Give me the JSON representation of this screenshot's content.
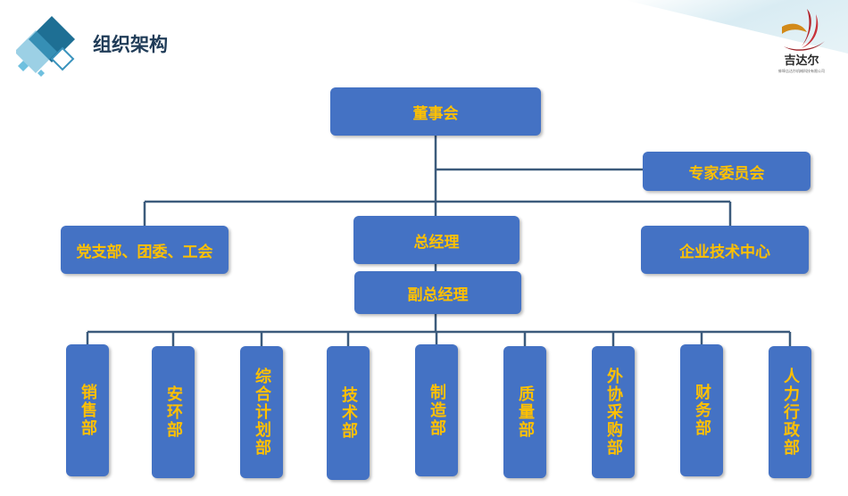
{
  "header": {
    "title": "组织架构",
    "logo_name": "吉达尔",
    "logo_subtitle": "蚌埠吉达尔机械科技有限公司"
  },
  "colors": {
    "box_fill": "#4472c4",
    "box_text": "#ffc000",
    "connector": "#3c5b7c"
  },
  "org": {
    "board": "董事会",
    "expert_committee": "专家委员会",
    "party_union": "党支部、团委、工会",
    "general_manager": "总经理",
    "tech_center": "企业技术中心",
    "deputy_gm": "副总经理",
    "departments": [
      "销售部",
      "安环部",
      "综合计划部",
      "技术部",
      "制造部",
      "质量部",
      "外协采购部",
      "财务部",
      "人力行政部"
    ]
  }
}
